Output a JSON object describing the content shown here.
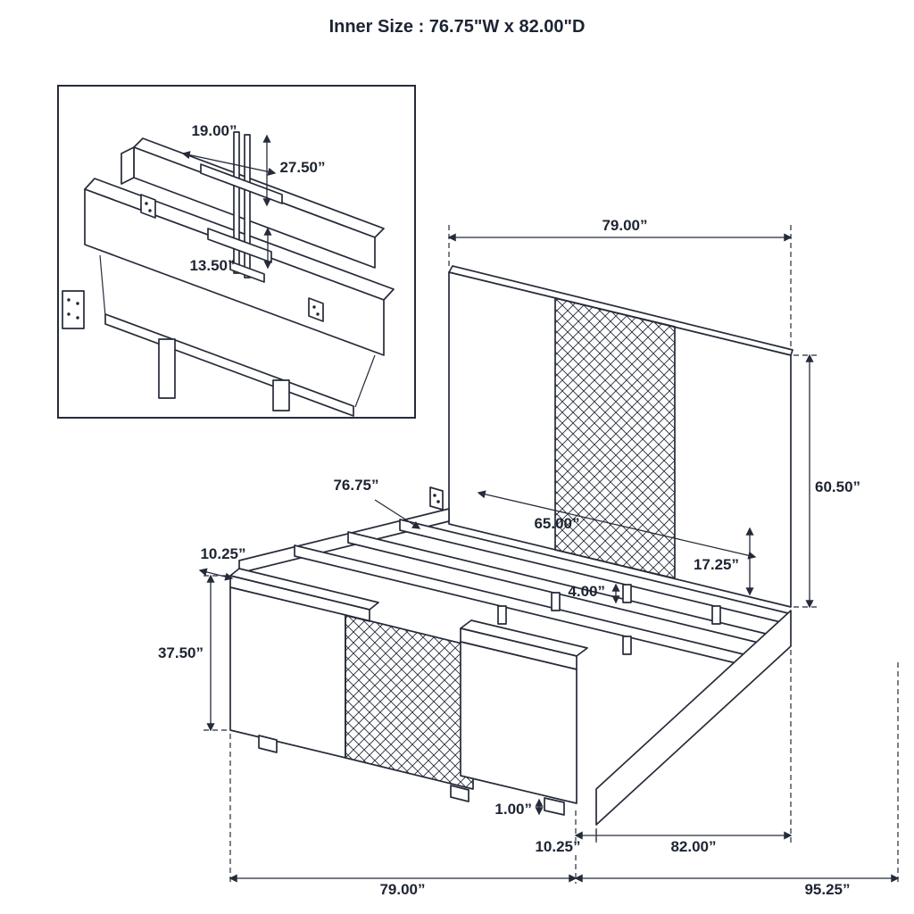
{
  "title": "Inner Size : 76.75\"W x 82.00\"D",
  "colors": {
    "ink": "#252b39",
    "background": "#ffffff"
  },
  "inset": {
    "top_bar_width": "19.00”",
    "bracket_height": "27.50”",
    "bracket_lower": "13.50”"
  },
  "dimensions": {
    "headboard_width": "79.00”",
    "headboard_height": "60.50”",
    "slat_width": "76.75”",
    "inner_span": "65.00”",
    "rail_height": "17.25”",
    "support_leg_height": "4.00”",
    "footboard_cap_depth": "10.25”",
    "footboard_height": "37.50”",
    "glide_height": "1.00”",
    "footboard_depth": "10.25”",
    "inner_depth": "82.00”",
    "overall_width": "79.00”",
    "overall_length": "95.25”"
  }
}
